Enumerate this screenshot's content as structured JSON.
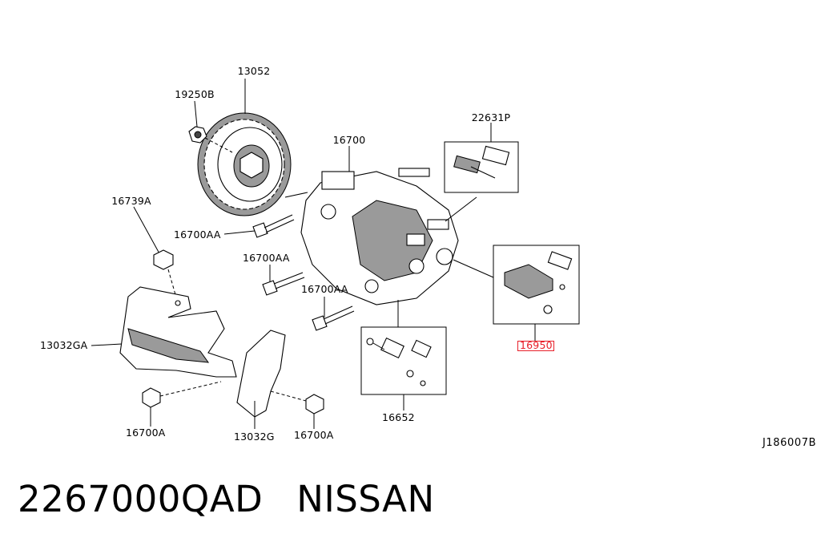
{
  "labels": {
    "l13052": "13052",
    "l19250b": "19250B",
    "l16700": "16700",
    "l22631p": "22631P",
    "l16739a": "16739A",
    "l16700aa_1": "16700AA",
    "l16700aa_2": "16700AA",
    "l16700aa_3": "16700AA",
    "l13032ga": "13032GA",
    "l16700a_1": "16700A",
    "l16700a_2": "16700A",
    "l13032g": "13032G",
    "l16652": "16652",
    "l16950": "16950"
  },
  "diagram_ref": "J186007B",
  "caption": {
    "part_number": "2267000QAD",
    "brand": "NISSAN"
  },
  "colors": {
    "highlight": "#e8202a",
    "ink": "#000000"
  }
}
